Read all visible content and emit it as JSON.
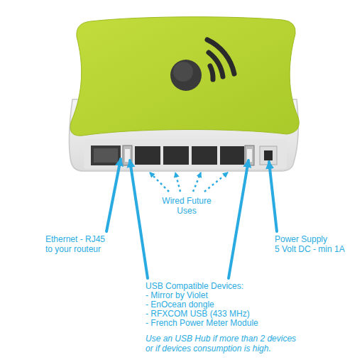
{
  "diagram": {
    "labels": [
      "Wired Future Uses",
      "Ethernet - RJ45 to your routeur",
      "Power Supply",
      "5 Volt DC - min 1A",
      "USB Compatible Devices:",
      "- Mirror by Violet",
      "- EnOcean dongle",
      "- RFXCOM USB (433 MHz)",
      "- French Power Meter Module",
      "Use an USB Hub if more than 2 devices or if devices consumption is high."
    ]
  }
}
